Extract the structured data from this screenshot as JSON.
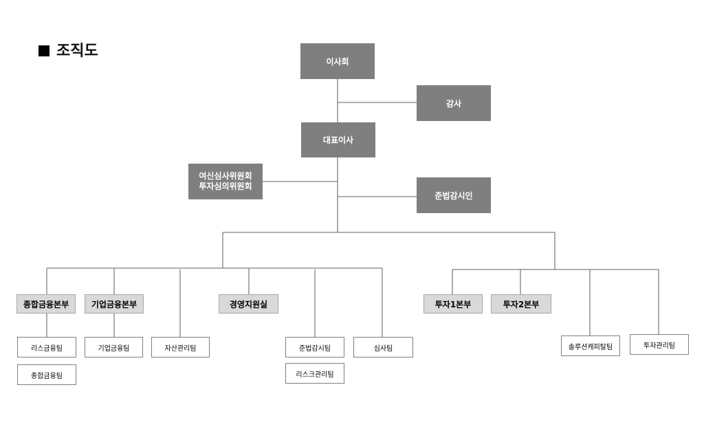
{
  "page": {
    "title": "조직도"
  },
  "org": {
    "board": "이사회",
    "auditor": "감사",
    "ceo": "대표이사",
    "committees": "여신심사위원회\n투자심의위원회",
    "compliance_officer": "준법감시인",
    "div_general_finance": "종합금융본부",
    "div_corporate_finance": "기업금융본부",
    "team_asset_mgmt": "자산관리팀",
    "dept_management_support": "경영지원실",
    "team_compliance": "준법감시팀",
    "team_review": "심사팀",
    "div_investment_1": "투자1본부",
    "div_investment_2": "투자2본부",
    "team_solution_capital": "솔루션캐피탈팀",
    "team_investment_mgmt": "투자관리팀",
    "team_risk_finance": "리스금융팀",
    "team_general_finance": "종합금융팀",
    "team_corporate_finance": "기업금융팀",
    "team_risk_mgmt": "리스크관리팀"
  },
  "colors": {
    "dark_box": "#7f7f7f",
    "light_box": "#d9d9d9",
    "line": "#7f7f7f"
  }
}
